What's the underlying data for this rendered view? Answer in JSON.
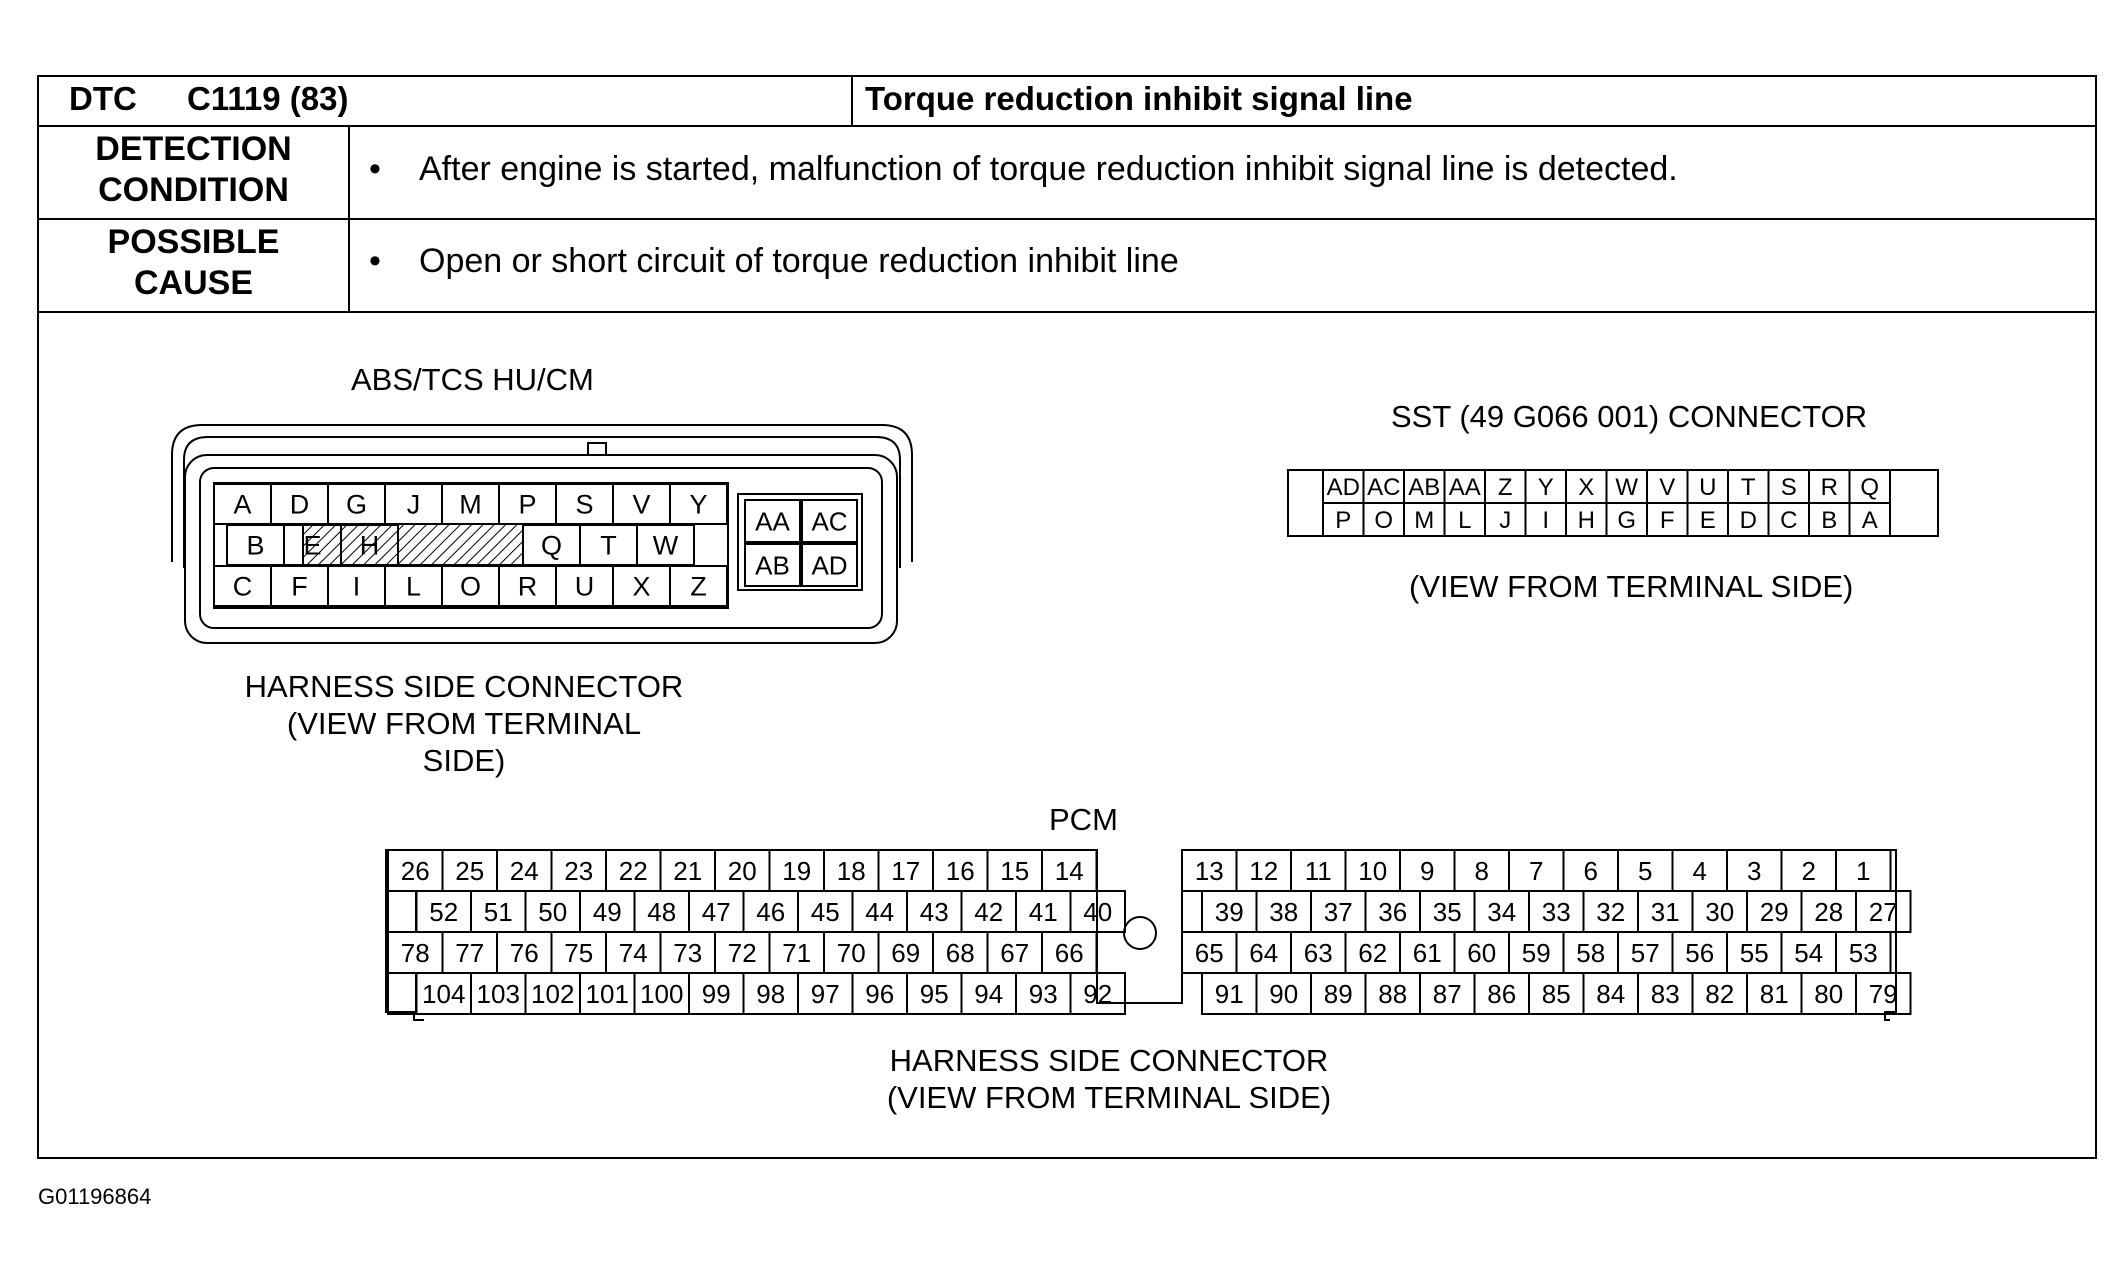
{
  "header": {
    "dtc_label": "DTC",
    "dtc_code": "C1119 (83)",
    "title": "Torque reduction inhibit signal line"
  },
  "detection": {
    "label_line1": "DETECTION",
    "label_line2": "CONDITION",
    "bullet": "•",
    "text": "After engine is started, malfunction of torque reduction inhibit signal line is detected."
  },
  "possible_cause": {
    "label_line1": "POSSIBLE",
    "label_line2": "CAUSE",
    "bullet": "•",
    "text": "Open or short circuit of torque reduction inhibit line"
  },
  "abs_connector": {
    "title": "ABS/TCS HU/CM",
    "caption_line1": "HARNESS SIDE CONNECTOR",
    "caption_line2": "(VIEW FROM TERMINAL SIDE)",
    "row1": [
      "A",
      "D",
      "G",
      "J",
      "M",
      "P",
      "S",
      "V",
      "Y"
    ],
    "row2": [
      "B",
      "E",
      "H",
      "",
      "Q",
      "T",
      "W"
    ],
    "row3": [
      "C",
      "F",
      "I",
      "L",
      "O",
      "R",
      "U",
      "X",
      "Z"
    ],
    "block": [
      [
        "AA",
        "AC"
      ],
      [
        "AB",
        "AD"
      ]
    ]
  },
  "sst_connector": {
    "title": "SST (49  G066 001) CONNECTOR",
    "caption": "(VIEW FROM TERMINAL SIDE)",
    "row1": [
      "AD",
      "AC",
      "AB",
      "AA",
      "Z",
      "Y",
      "X",
      "W",
      "V",
      "U",
      "T",
      "S",
      "R",
      "Q"
    ],
    "row2": [
      "P",
      "O",
      "M",
      "L",
      "J",
      "I",
      "H",
      "G",
      "F",
      "E",
      "D",
      "C",
      "B",
      "A"
    ]
  },
  "pcm_connector": {
    "title": "PCM",
    "caption_line1": "HARNESS SIDE CONNECTOR",
    "caption_line2": "(VIEW FROM TERMINAL SIDE)",
    "left_rows": [
      [
        "26",
        "25",
        "24",
        "23",
        "22",
        "21",
        "20",
        "19",
        "18",
        "17",
        "16",
        "15",
        "14"
      ],
      [
        "",
        "52",
        "51",
        "50",
        "49",
        "48",
        "47",
        "46",
        "45",
        "44",
        "43",
        "42",
        "41",
        "40"
      ],
      [
        "78",
        "77",
        "76",
        "75",
        "74",
        "73",
        "72",
        "71",
        "70",
        "69",
        "68",
        "67",
        "66"
      ],
      [
        "",
        "104",
        "103",
        "102",
        "101",
        "100",
        "99",
        "98",
        "97",
        "96",
        "95",
        "94",
        "93",
        "92"
      ]
    ],
    "right_rows": [
      [
        "13",
        "12",
        "11",
        "10",
        "9",
        "8",
        "7",
        "6",
        "5",
        "4",
        "3",
        "2",
        "1",
        ""
      ],
      [
        "39",
        "38",
        "37",
        "36",
        "35",
        "34",
        "33",
        "32",
        "31",
        "30",
        "29",
        "28",
        "27"
      ],
      [
        "65",
        "64",
        "63",
        "62",
        "61",
        "60",
        "59",
        "58",
        "57",
        "56",
        "55",
        "54",
        "53",
        ""
      ],
      [
        "91",
        "90",
        "89",
        "88",
        "87",
        "86",
        "85",
        "84",
        "83",
        "82",
        "81",
        "80",
        "79"
      ]
    ]
  },
  "figure_id": "G01196864"
}
